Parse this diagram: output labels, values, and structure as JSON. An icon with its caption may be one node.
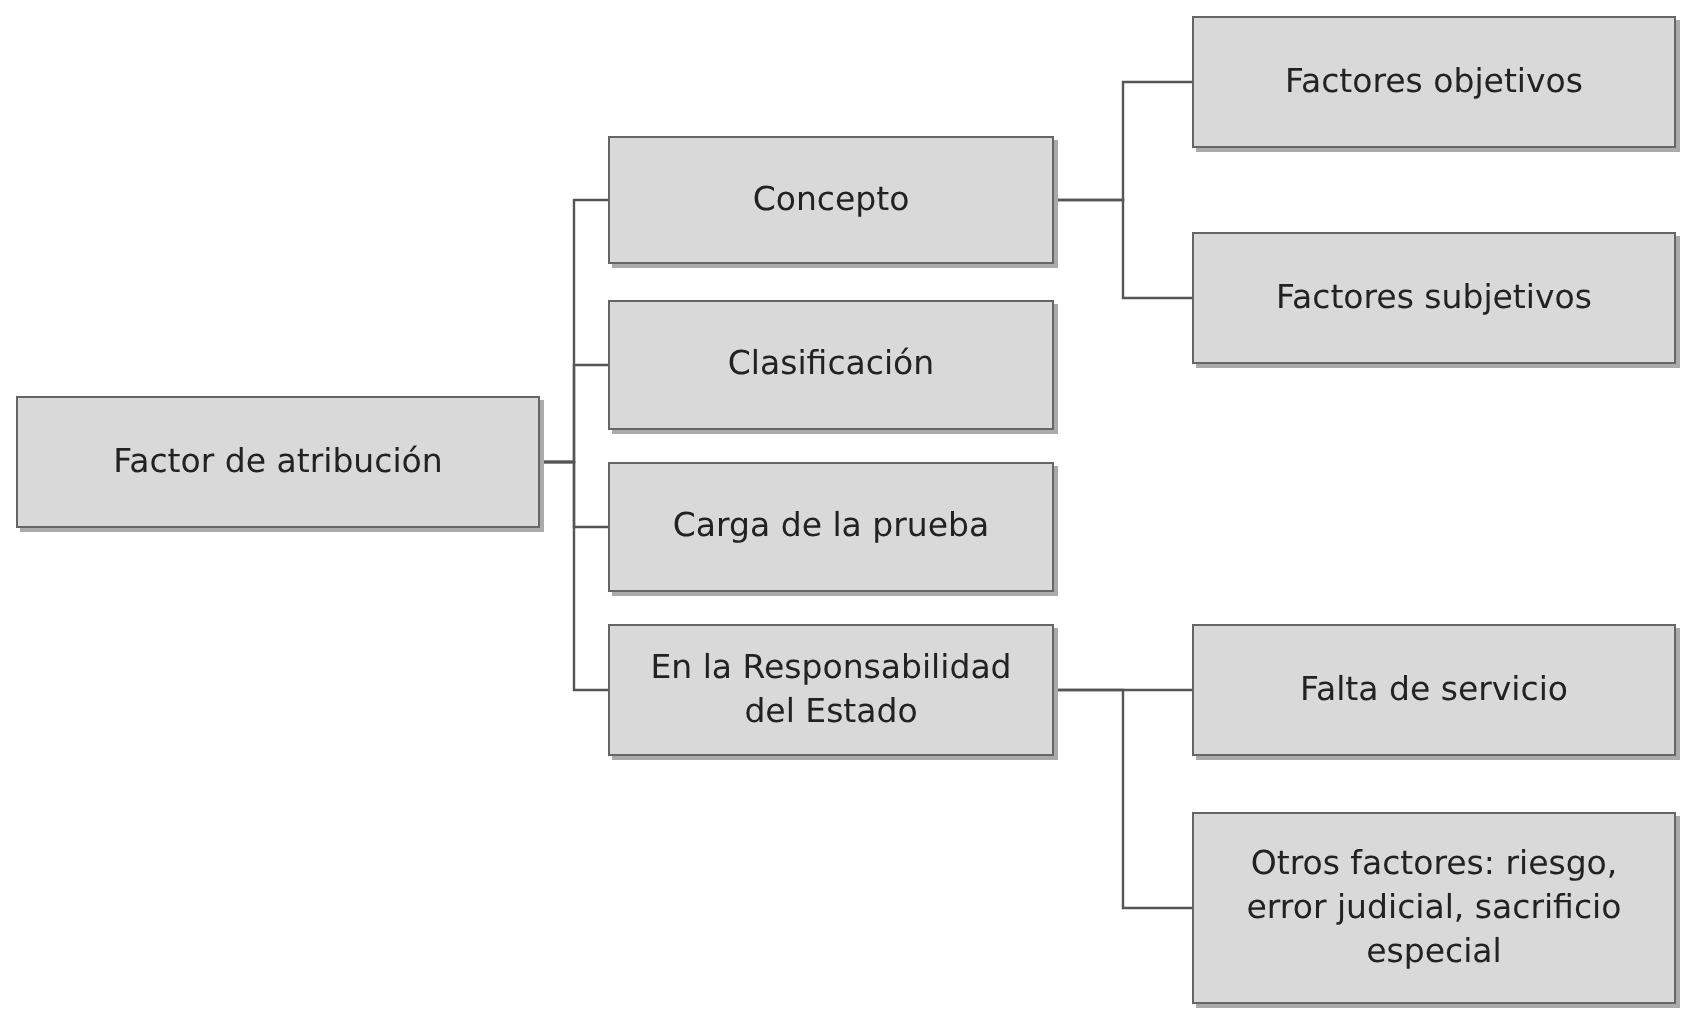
{
  "diagram": {
    "nodes": [
      {
        "text": [
          "Factor de atribución"
        ]
      },
      {
        "text": [
          "Concepto"
        ]
      },
      {
        "text": [
          "Clasificación"
        ]
      },
      {
        "text": [
          "Carga de la prueba"
        ]
      },
      {
        "text": [
          "En la Responsabilidad del Estado"
        ]
      },
      {
        "text": [
          "Factores objetivos"
        ]
      },
      {
        "text": [
          "Factores subjetivos"
        ]
      },
      {
        "text": [
          "Falta de servicio"
        ]
      },
      {
        "text": [
          "Otros factores: riesgo, error judicial, sacrificio especial"
        ]
      }
    ],
    "edges": [
      {
        "from": 0,
        "to": 1,
        "arrow": "none"
      },
      {
        "from": 0,
        "to": 2,
        "arrow": "none"
      },
      {
        "from": 0,
        "to": 3,
        "arrow": "none"
      },
      {
        "from": 0,
        "to": 4,
        "arrow": "none"
      },
      {
        "from": 1,
        "to": 5,
        "arrow": "none"
      },
      {
        "from": 1,
        "to": 6,
        "arrow": "none"
      },
      {
        "from": 4,
        "to": 7,
        "arrow": "none"
      },
      {
        "from": 4,
        "to": 8,
        "arrow": "none"
      }
    ]
  }
}
